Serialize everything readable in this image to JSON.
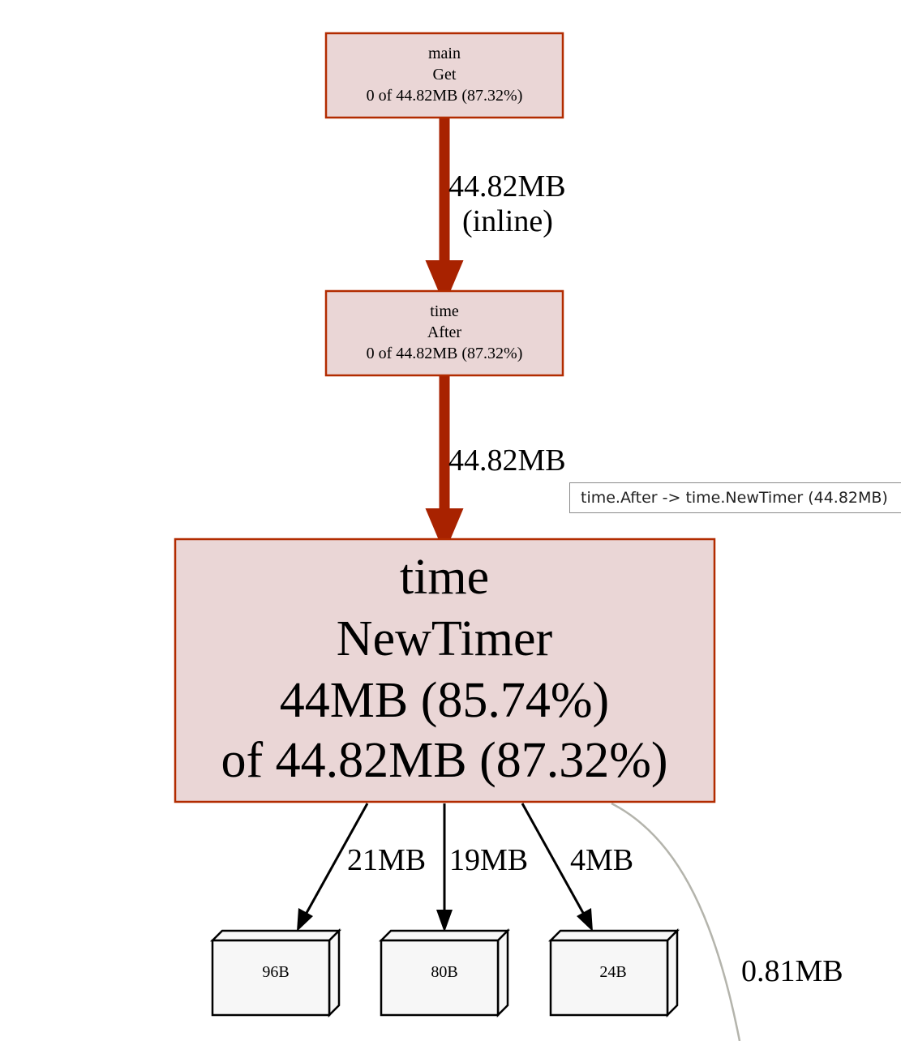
{
  "colors": {
    "hot_fill": "#ead6d6",
    "hot_stroke": "#b22b00",
    "hot_edge": "#a82200",
    "leaf_fill": "#f7f7f7",
    "leaf_stroke": "#000000",
    "cold_edge": "#b4b4ac"
  },
  "nodes": {
    "main_get": {
      "line1": "main",
      "line2": "Get",
      "line3": "0 of 44.82MB (87.32%)"
    },
    "time_after": {
      "line1": "time",
      "line2": "After",
      "line3": "0 of 44.82MB (87.32%)"
    },
    "time_newtimer": {
      "line1": "time",
      "line2": "NewTimer",
      "line3": "44MB (85.74%)",
      "line4": "of 44.82MB (87.32%)"
    },
    "leaf_96b": {
      "label": "96B"
    },
    "leaf_80b": {
      "label": "80B"
    },
    "leaf_24b": {
      "label": "24B"
    }
  },
  "edges": {
    "main_to_after": {
      "label1": "44.82MB",
      "label2": "(inline)"
    },
    "after_to_newtimer": {
      "label": "44.82MB"
    },
    "newtimer_to_96b": {
      "label": "21MB"
    },
    "newtimer_to_80b": {
      "label": "19MB"
    },
    "newtimer_to_24b": {
      "label": "4MB"
    },
    "newtimer_offscreen": {
      "label": "0.81MB"
    }
  },
  "tooltip": {
    "text": "time.After -> time.NewTimer (44.82MB)"
  }
}
